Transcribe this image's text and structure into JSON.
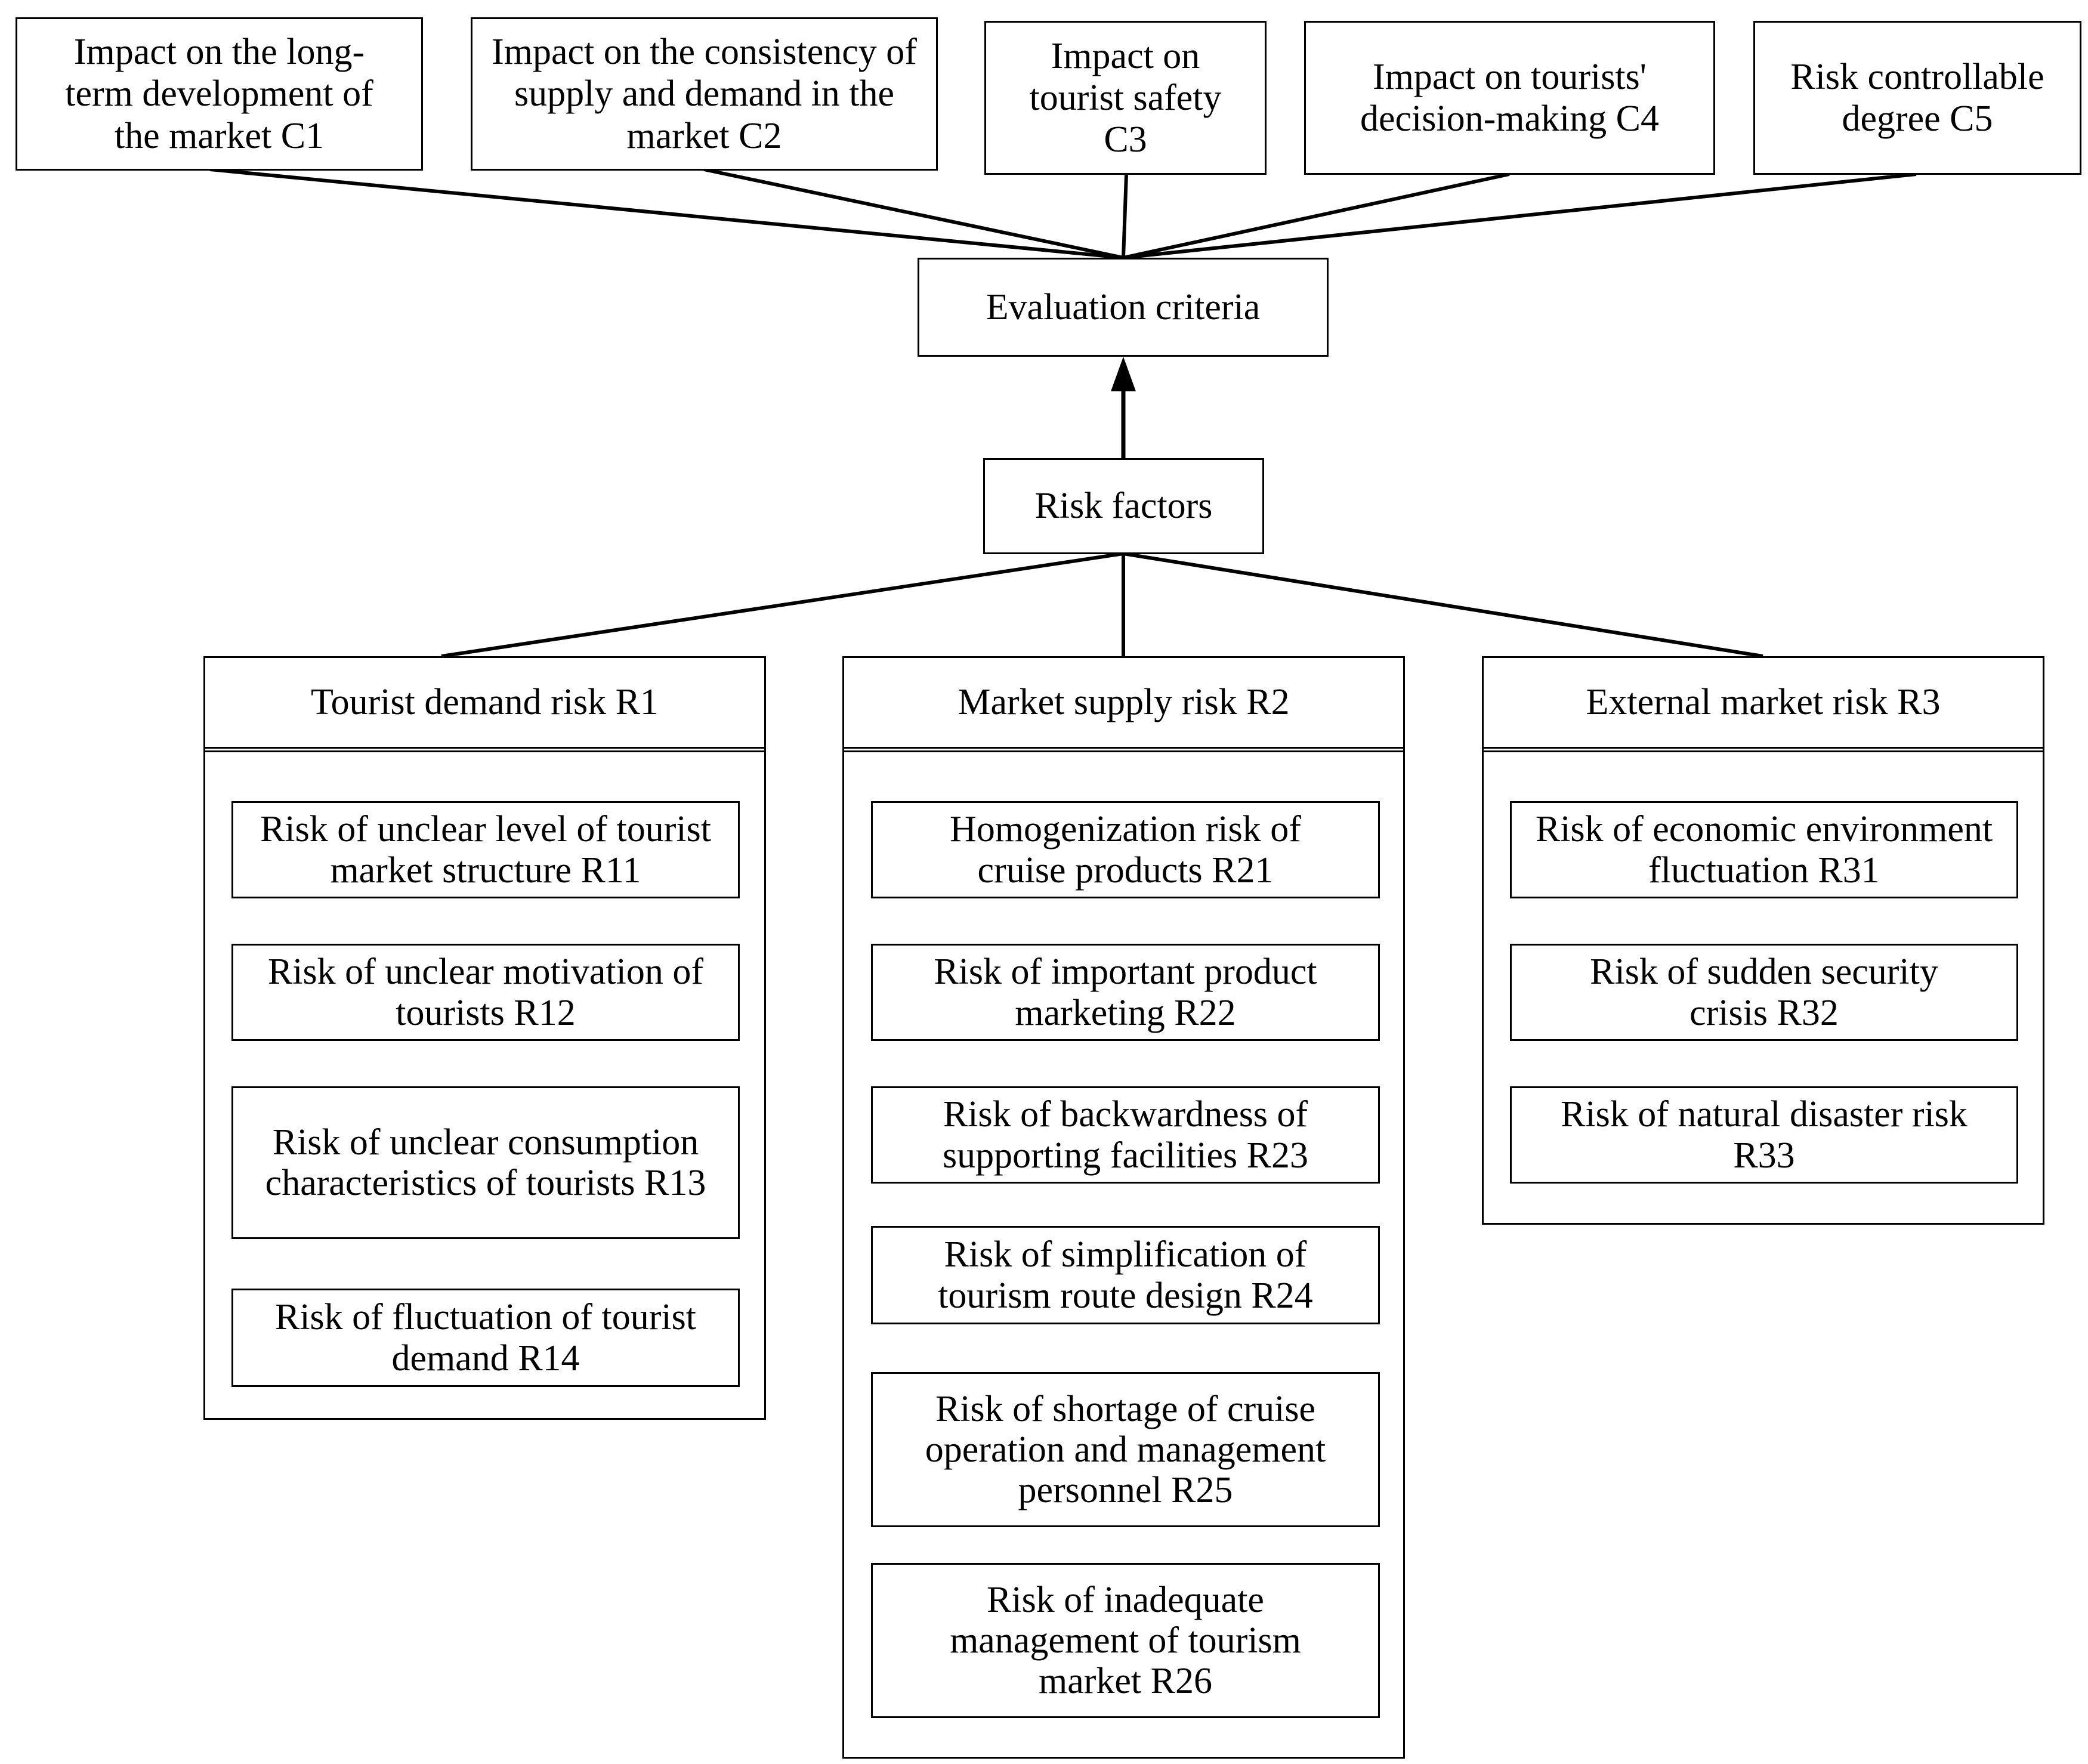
{
  "criteria": [
    {
      "id": "C1",
      "label": "Impact on the long-term development of the market C1"
    },
    {
      "id": "C2",
      "label": "Impact on the consistency of supply and demand in the market C2"
    },
    {
      "id": "C3",
      "label": "Impact on tourist safety C3"
    },
    {
      "id": "C4",
      "label": "Impact on tourists' decision-making C4"
    },
    {
      "id": "C5",
      "label": "Risk controllable degree C5"
    }
  ],
  "evaluation_criteria": {
    "label": "Evaluation criteria"
  },
  "risk_factors": {
    "label": "Risk factors"
  },
  "groups": [
    {
      "id": "R1",
      "title": "Tourist demand risk R1",
      "items": [
        {
          "id": "R11",
          "label": "Risk of unclear level of tourist market structure R11"
        },
        {
          "id": "R12",
          "label": "Risk of unclear motivation of tourists R12"
        },
        {
          "id": "R13",
          "label": "Risk of unclear consumption characteristics of tourists R13"
        },
        {
          "id": "R14",
          "label": "Risk of fluctuation of tourist demand R14"
        }
      ]
    },
    {
      "id": "R2",
      "title": "Market supply risk R2",
      "items": [
        {
          "id": "R21",
          "label": "Homogenization risk of cruise products R21"
        },
        {
          "id": "R22",
          "label": "Risk of important product marketing R22"
        },
        {
          "id": "R23",
          "label": "Risk of backwardness of supporting facilities R23"
        },
        {
          "id": "R24",
          "label": "Risk of simplification of tourism route design R24"
        },
        {
          "id": "R25",
          "label": "Risk of shortage of cruise operation and management personnel R25"
        },
        {
          "id": "R26",
          "label": "Risk of inadequate management of tourism market R26"
        }
      ]
    },
    {
      "id": "R3",
      "title": "External market risk R3",
      "items": [
        {
          "id": "R31",
          "label": "Risk of economic environment fluctuation R31"
        },
        {
          "id": "R32",
          "label": "Risk of sudden security crisis R32"
        },
        {
          "id": "R33",
          "label": "Risk of natural disaster risk R33"
        }
      ]
    }
  ]
}
